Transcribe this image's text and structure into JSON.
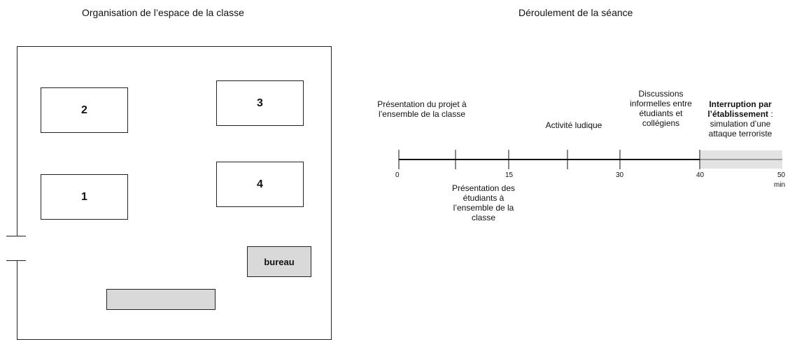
{
  "left_panel": {
    "title": "Organisation de l’espace de la classe",
    "tables": [
      "2",
      "3",
      "1",
      "4"
    ],
    "desk_label": "bureau"
  },
  "right_panel": {
    "title": "Déroulement de la séance",
    "above_labels": {
      "presentation_projet": "Présentation du projet à l’ensemble de la classe",
      "activite": "Activité ludique",
      "discussions": "Discussions informelles entre étudiants et collégiens",
      "interruption_bold": "Interruption par l’établissement",
      "interruption_rest": " : simulation d’une attaque terroriste"
    },
    "below_label": "Présentation des étudiants à l’ensemble de la classe",
    "ticks": [
      "0",
      "15",
      "30",
      "40",
      "50"
    ],
    "unit": "min",
    "colors": {
      "line": "#111111",
      "interruption_fill": "#e3e3e3",
      "interruption_line": "#9a9a9a"
    }
  }
}
